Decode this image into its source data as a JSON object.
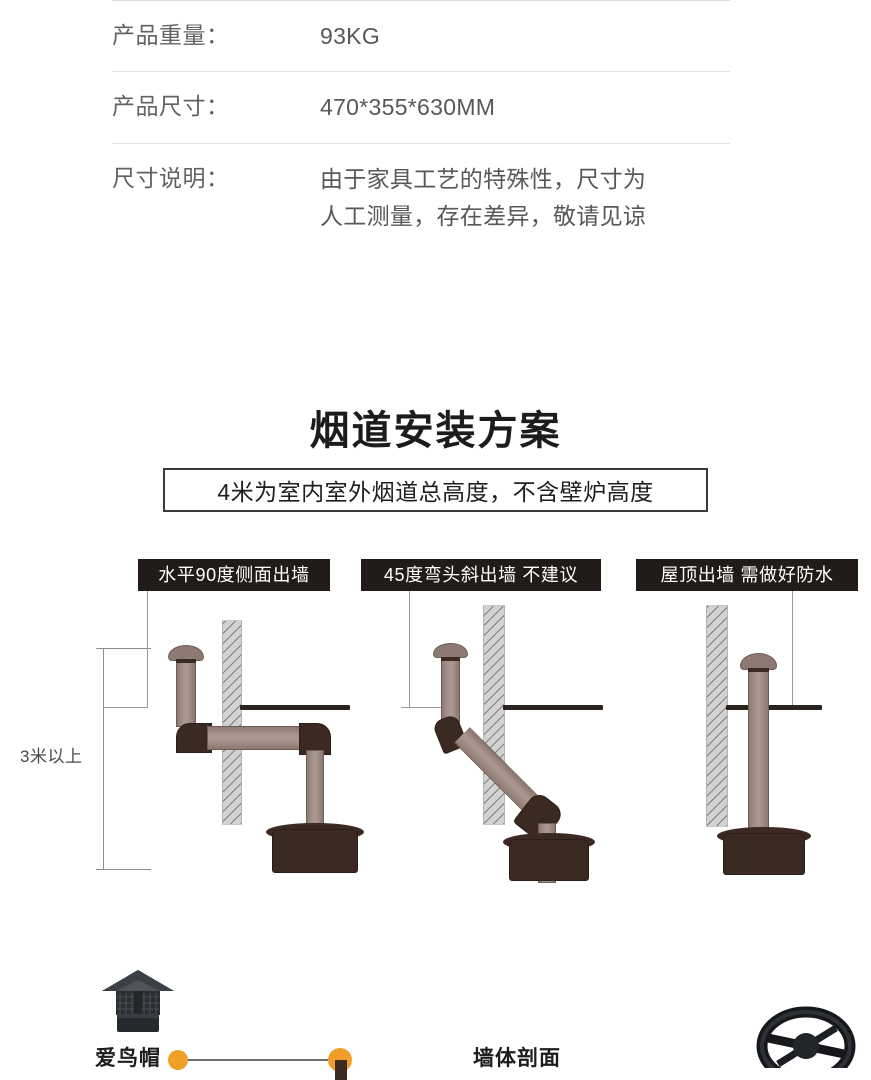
{
  "spec_table": {
    "rows": [
      {
        "label": "产品重量：",
        "value_lines": [
          "93KG"
        ]
      },
      {
        "label": "产品尺寸：",
        "value_lines": [
          "470*355*630MM"
        ]
      },
      {
        "label": "尺寸说明：",
        "value_lines": [
          "由于家具工艺的特殊性，尺寸为",
          "人工测量，存在差异，敬请见谅"
        ]
      }
    ]
  },
  "section": {
    "title": "烟道安装方案",
    "subtitle": "4米为室内室外烟道总高度，不含壁炉高度"
  },
  "diagrams": {
    "dimension": {
      "label": "3米以上"
    },
    "items": [
      {
        "label": "水平90度侧面出墙",
        "type": "horizontal-90"
      },
      {
        "label": "45度弯头斜出墙  不建议",
        "type": "45-degree"
      },
      {
        "label": "屋顶出墙 需做好防水",
        "type": "roof-exit"
      }
    ]
  },
  "bottom": {
    "bird_cap_label": "爱鸟帽",
    "wall_section_label": "墙体剖面"
  },
  "colors": {
    "pipe_body": "#a3908a",
    "pipe_elbow": "#3b2a22",
    "wall_hatch": "#7f7f7f",
    "wall_fill": "#d2d2d2",
    "label_bg": "#211c1a",
    "label_text": "#ffffff",
    "roof_line": "#2a2320",
    "accent_orange": "#f0a028",
    "table_divider": "#e2e2e2",
    "table_text": "#5d5d5d"
  }
}
